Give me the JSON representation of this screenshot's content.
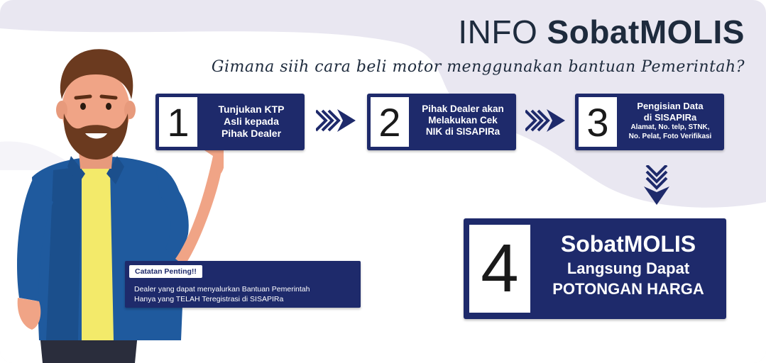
{
  "title": {
    "light": "INFO",
    "bold": "SobatMOLIS"
  },
  "subtitle": "Gimana siih cara beli motor menggunakan bantuan Pemerintah?",
  "steps": [
    {
      "number": "1",
      "lines": [
        "Tunjukan KTP",
        "Asli kepada",
        "Pihak Dealer"
      ]
    },
    {
      "number": "2",
      "lines": [
        "Pihak Dealer akan",
        "Melakukan Cek",
        "NIK di SISAPIRa"
      ]
    },
    {
      "number": "3",
      "lines": [
        "Pengisian Data",
        "di SISAPIRa"
      ],
      "small_lines": [
        "Alamat, No. telp, STNK,",
        "No. Pelat, Foto Verifikasi"
      ]
    },
    {
      "number": "4",
      "lines": [
        "SobatMOLIS",
        "Langsung Dapat",
        "POTONGAN HARGA"
      ]
    }
  ],
  "note": {
    "label": "Catatan Penting!!",
    "lines": [
      "Dealer yang dapat menyalurkan Bantuan Pemerintah",
      "Hanya yang TELAH Teregistrasi di SISAPIRa"
    ]
  },
  "colors": {
    "box": "#1e2a6b",
    "background": "#e9e7f1",
    "text_dark": "#1e2b3d"
  },
  "icons": [
    "chevron-right-arrows-icon",
    "chevron-down-arrows-icon",
    "man-presenting-illustration"
  ]
}
